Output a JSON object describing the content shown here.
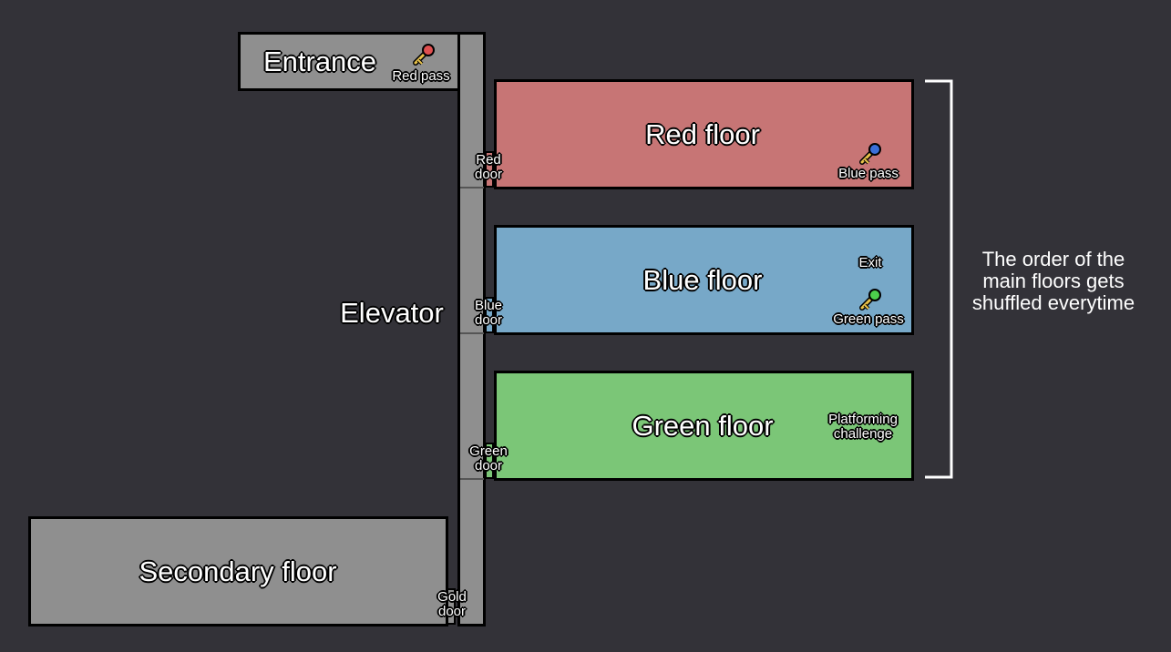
{
  "colors": {
    "background": "#333238",
    "gray": "#8f8f8f",
    "red_floor": "#c77575",
    "blue_floor": "#77a8c8",
    "green_floor": "#7bc677"
  },
  "rooms": {
    "entrance": "Entrance",
    "elevator": "Elevator",
    "red_floor": "Red floor",
    "blue_floor": "Blue floor",
    "green_floor": "Green floor",
    "secondary_floor": "Secondary floor"
  },
  "doors": {
    "red": [
      "Red",
      "door"
    ],
    "blue": [
      "Blue",
      "door"
    ],
    "green": [
      "Green",
      "door"
    ],
    "gold": [
      "Gold",
      "door"
    ]
  },
  "items": {
    "red_pass": "Red pass",
    "blue_pass": "Blue pass",
    "green_pass": "Green pass",
    "exit": "Exit",
    "platforming": [
      "Platforming",
      "challenge"
    ]
  },
  "icons": {
    "red_pass": "red-key-icon",
    "blue_pass": "blue-key-icon",
    "green_pass": "green-key-icon"
  },
  "note": [
    "The order of the",
    "main floors gets",
    "shuffled everytime"
  ]
}
